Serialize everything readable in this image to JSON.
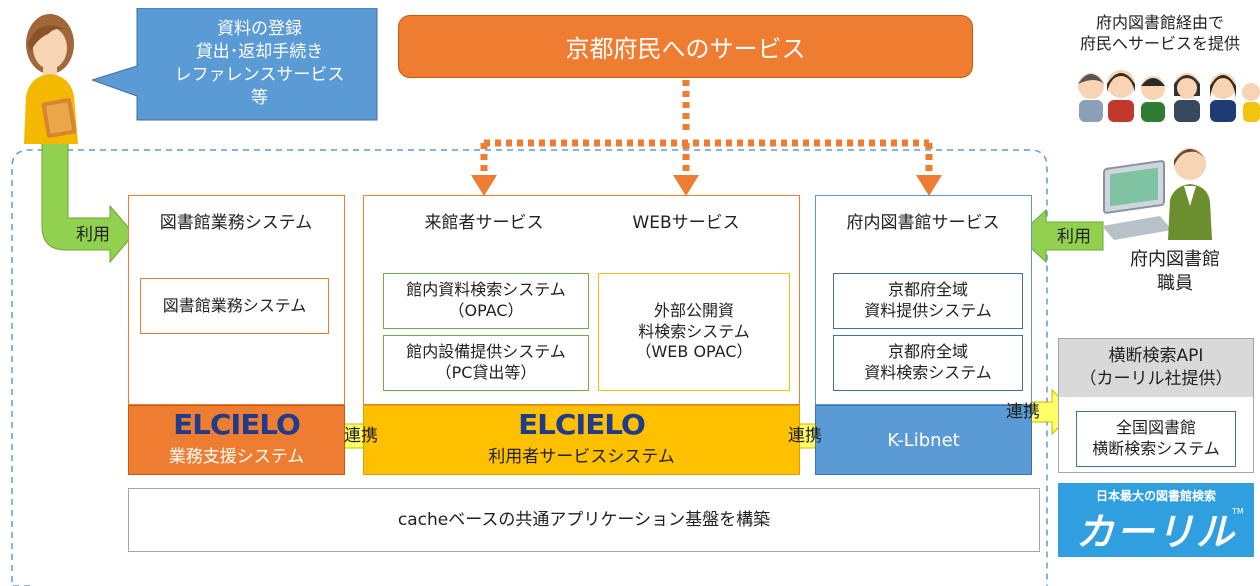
{
  "top_banner": {
    "label": "京都府民へのサービス"
  },
  "speech_bubble": {
    "lines": [
      "資料の登録",
      "貸出･返却手続き",
      "レファレンスサービス",
      "等"
    ]
  },
  "top_right": {
    "lines": [
      "府内図書館経由で",
      "府民へサービスを提供"
    ]
  },
  "staff_label": {
    "lines": [
      "府内図書館",
      "職員"
    ]
  },
  "use_label_left": "利用",
  "use_label_right": "利用",
  "panel_library_ops": {
    "title": "図書館業務システム",
    "inner_box": "図書館業務システム"
  },
  "panel_services": {
    "visitor_title": "来館者サービス",
    "web_title": "WEBサービス",
    "opac_box": [
      "館内資料検索システム",
      "（OPAC）"
    ],
    "facility_box": [
      "館内設備提供システム",
      "（PC貸出等）"
    ],
    "web_opac_box": [
      "外部公開資",
      "料検索システム",
      "（WEB OPAC）"
    ]
  },
  "panel_prefecture": {
    "title": "府内図書館サービス",
    "box1": [
      "京都府全域",
      "資料提供システム"
    ],
    "box2": [
      "京都府全域",
      "資料検索システム"
    ]
  },
  "bottom_bars": {
    "elcielo_logo": "ELCIELO",
    "business_support": "業務支援システム",
    "user_services": "利用者サービスシステム",
    "k_libnet": "K-Libnet",
    "link_label": "連携"
  },
  "foundation_bar": {
    "label": "cacheベースの共通アプリケーション基盤を構築"
  },
  "api_panel": {
    "title": [
      "横断検索API",
      "（カーリル社提供）"
    ],
    "inner": [
      "全国図書館",
      "横断検索システム"
    ]
  },
  "calil_logo": {
    "tagline": "日本最大の図書館検索",
    "brand": "カーリル",
    "tm": "TM"
  },
  "colors": {
    "orange": "#ef7d31",
    "dark_orange": "#c55a11",
    "yellow": "#ffc000",
    "blue": "#5b9bd5",
    "green": "#92d050",
    "light_yellow": "#ffff66",
    "calil_blue": "#2f9fe0"
  }
}
